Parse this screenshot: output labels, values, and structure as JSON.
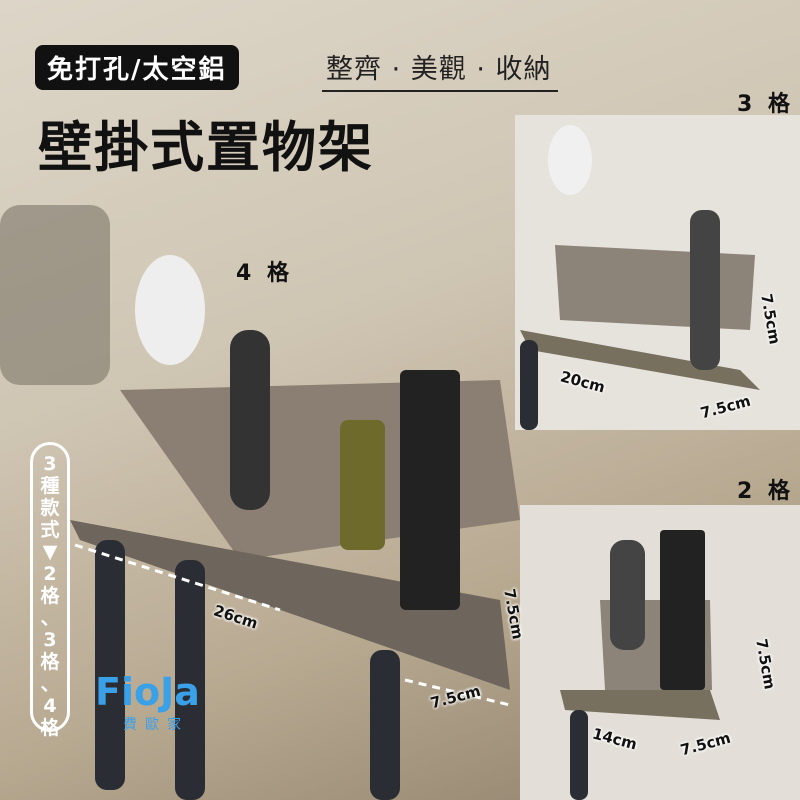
{
  "header": {
    "badge": "免打孔/太空鋁",
    "subtitle": "整齊 · 美觀 · 收納",
    "title": "壁掛式置物架"
  },
  "variants": {
    "four": {
      "label": "4 格",
      "width": "26cm",
      "height": "7.5cm",
      "depth": "7.5cm"
    },
    "three": {
      "label": "3 格",
      "width": "20cm",
      "height": "7.5cm",
      "depth": "7.5cm"
    },
    "two": {
      "label": "2 格",
      "width": "14cm",
      "height": "7.5cm",
      "depth": "7.5cm"
    }
  },
  "side_note": [
    "3",
    "種",
    "款",
    "式",
    "▼",
    "2",
    "格",
    "、",
    "3",
    "格",
    "、",
    "4",
    "格"
  ],
  "logo": {
    "text": "FioJa",
    "subtext": "費歐家"
  }
}
